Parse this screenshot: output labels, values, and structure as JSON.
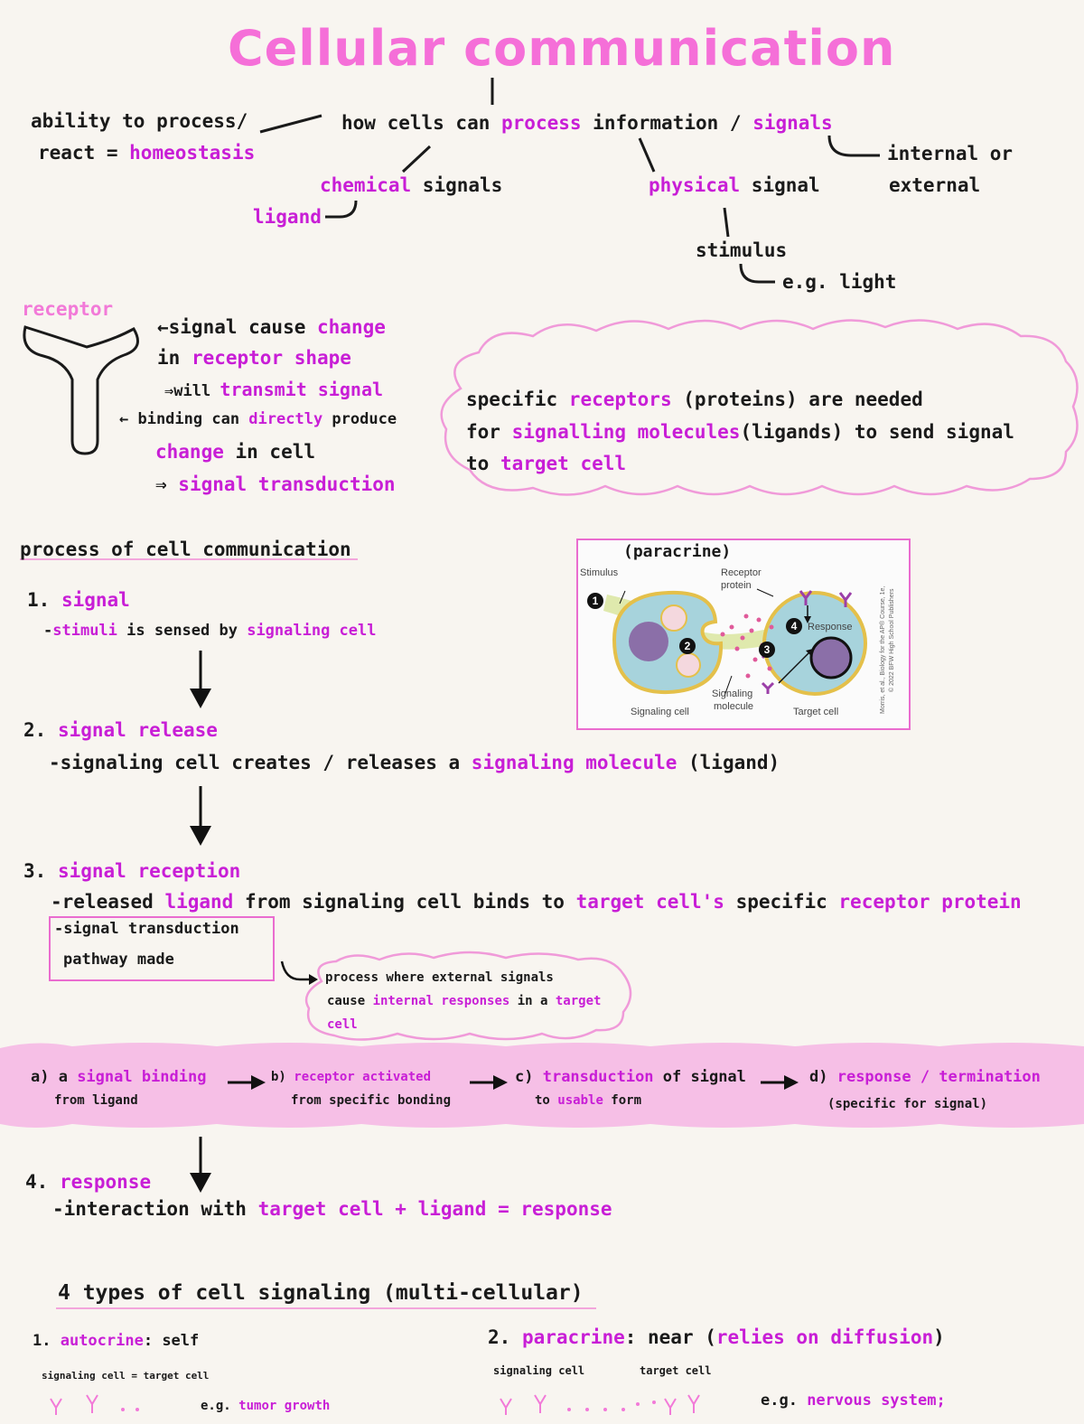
{
  "title": "Cellular communication",
  "concept": {
    "left1": "ability to process/",
    "left2a": "react = ",
    "left2b": "homeostasis",
    "center_a": "how cells can ",
    "center_b": "process",
    "center_c": " information / ",
    "center_d": "signals",
    "right1": "internal or",
    "right2": "external",
    "chem_a": "chemical",
    "chem_b": " signals",
    "ligand": "ligand",
    "phys_a": "physical",
    "phys_b": " signal",
    "stimulus": "stimulus",
    "eg_light": "e.g. light"
  },
  "receptor": {
    "label": "receptor",
    "l1a": "←signal cause ",
    "l1b": "change",
    "l2a": "in ",
    "l2b": "receptor shape",
    "l3a": "⇒will ",
    "l3b": "transmit signal",
    "l4a": "← binding can ",
    "l4b": "directly",
    "l4c": " produce",
    "l5a": "change",
    "l5b": " in cell",
    "l6a": "⇒ ",
    "l6b": "signal transduction"
  },
  "cloud1": {
    "a": "specific ",
    "b": "receptors",
    "c": " (proteins) are needed",
    "d": "for ",
    "e": "signalling molecules",
    "f": "(ligands) to send signal",
    "g": "to ",
    "h": "target cell"
  },
  "process": {
    "heading": "process of cell communication",
    "s1_num": "1. ",
    "s1_title": "signal",
    "s1_a": "-",
    "s1_b": "stimuli",
    "s1_c": " is sensed by ",
    "s1_d": "signaling cell",
    "s2_num": "2. ",
    "s2_title": "signal release",
    "s2_a": "-signaling cell creates / releases a ",
    "s2_b": "signaling molecule",
    "s2_c": " (ligand)",
    "s3_num": "3. ",
    "s3_title": "signal reception",
    "s3_a": "-released ",
    "s3_b": "ligand",
    "s3_c": " from signaling cell binds to ",
    "s3_d": "target cell's",
    "s3_e": " specific ",
    "s3_f": "receptor protein",
    "s3_box1": "-signal transduction",
    "s3_box2": "pathway made",
    "s4_num": "4. ",
    "s4_title": "response",
    "s4_a": "-interaction with ",
    "s4_b": "target cell + ligand = response"
  },
  "cloud2": {
    "l1": "process where external signals",
    "l2a": "cause ",
    "l2b": "internal responses",
    "l2c": " in a ",
    "l2d": "target",
    "l3": "cell"
  },
  "pathway": {
    "a1a": "a) a ",
    "a1b": "signal binding",
    "a2": "from ligand",
    "b1a": "b) ",
    "b1b": "receptor activated",
    "b2": "from specific bonding",
    "c1a": "c) ",
    "c1b": "transduction",
    "c1c": " of signal",
    "c2a": "to ",
    "c2b": "usable",
    "c2c": " form",
    "d1a": "d) ",
    "d1b": "response / termination",
    "d2": "(specific for signal)"
  },
  "figure": {
    "title": "(paracrine)",
    "stimulus": "Stimulus",
    "receptor_protein_1": "Receptor",
    "receptor_protein_2": "protein",
    "response": "Response",
    "signaling_molecule_1": "Signaling",
    "signaling_molecule_2": "molecule",
    "signaling_cell": "Signaling cell",
    "target_cell": "Target cell",
    "n1": "1",
    "n2": "2",
    "n3": "3",
    "n4": "4",
    "caption1": "Morris, et al., Biology for the AP® Course, 1e,",
    "caption2": "© 2022 BFW High School Publishers"
  },
  "types": {
    "heading": "4 types of cell signaling (multi-cellular)",
    "t1_num": "1. ",
    "t1_name": "autocrine",
    "t1_rest": ": self",
    "t1_sub": "signaling cell = target cell",
    "t1_eg_a": "e.g. ",
    "t1_eg_b": "tumor growth",
    "t2_num": "2. ",
    "t2_name": "paracrine",
    "t2_rest_a": ": near (",
    "t2_rest_b": "relies on diffusion",
    "t2_rest_c": ")",
    "t2_sub1": "signaling cell",
    "t2_sub2": "target cell",
    "t2_eg_a": "e.g. ",
    "t2_eg_b": "nervous system;"
  },
  "colors": {
    "magenta": "#c81ed6",
    "pink": "#f27ad8",
    "title_pink": "#f56fd8",
    "highlight": "#f4b6e2"
  }
}
